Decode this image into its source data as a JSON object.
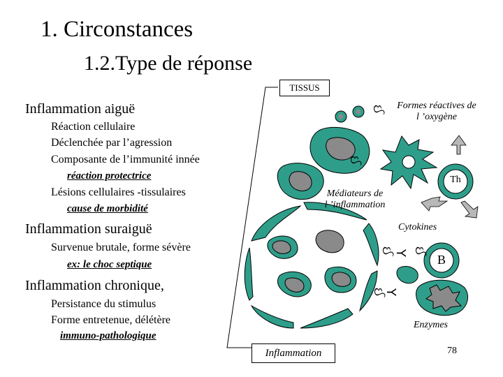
{
  "title": "1. Circonstances",
  "subtitle": "1.2.Type de réponse",
  "sections": [
    {
      "heading": "Inflammation aiguë",
      "items": [
        "Réaction cellulaire",
        "Déclenchée par l’agression",
        "Composante de l’immunité innée",
        "réaction protectrice",
        "Lésions cellulaires -tissulaires",
        "cause de morbidité"
      ]
    },
    {
      "heading": "Inflammation suraiguë",
      "items": [
        "Survenue brutale, forme sévère",
        "ex: le choc septique"
      ]
    },
    {
      "heading": "Inflammation chronique,",
      "items": [
        "Persistance du stimulus",
        "Forme entretenue, délétère",
        "immuno-pathologique"
      ]
    }
  ],
  "diagram": {
    "tissus": "TISSUS",
    "formes_line1": "Formes réactives de",
    "formes_line2": "l ’oxygène",
    "th": "Th",
    "mediateurs_line1": "Médiateurs de",
    "mediateurs_line2": "l ’inflammation",
    "cytokines": "Cytokines",
    "b": "B",
    "enzymes": "Enzymes",
    "inflammation": "Inflammation"
  },
  "page_number": "78",
  "colors": {
    "cell_fill": "#2e9e8a",
    "nucleus_fill": "#8a8a8a",
    "arrow_fill": "#b8b8b8"
  }
}
